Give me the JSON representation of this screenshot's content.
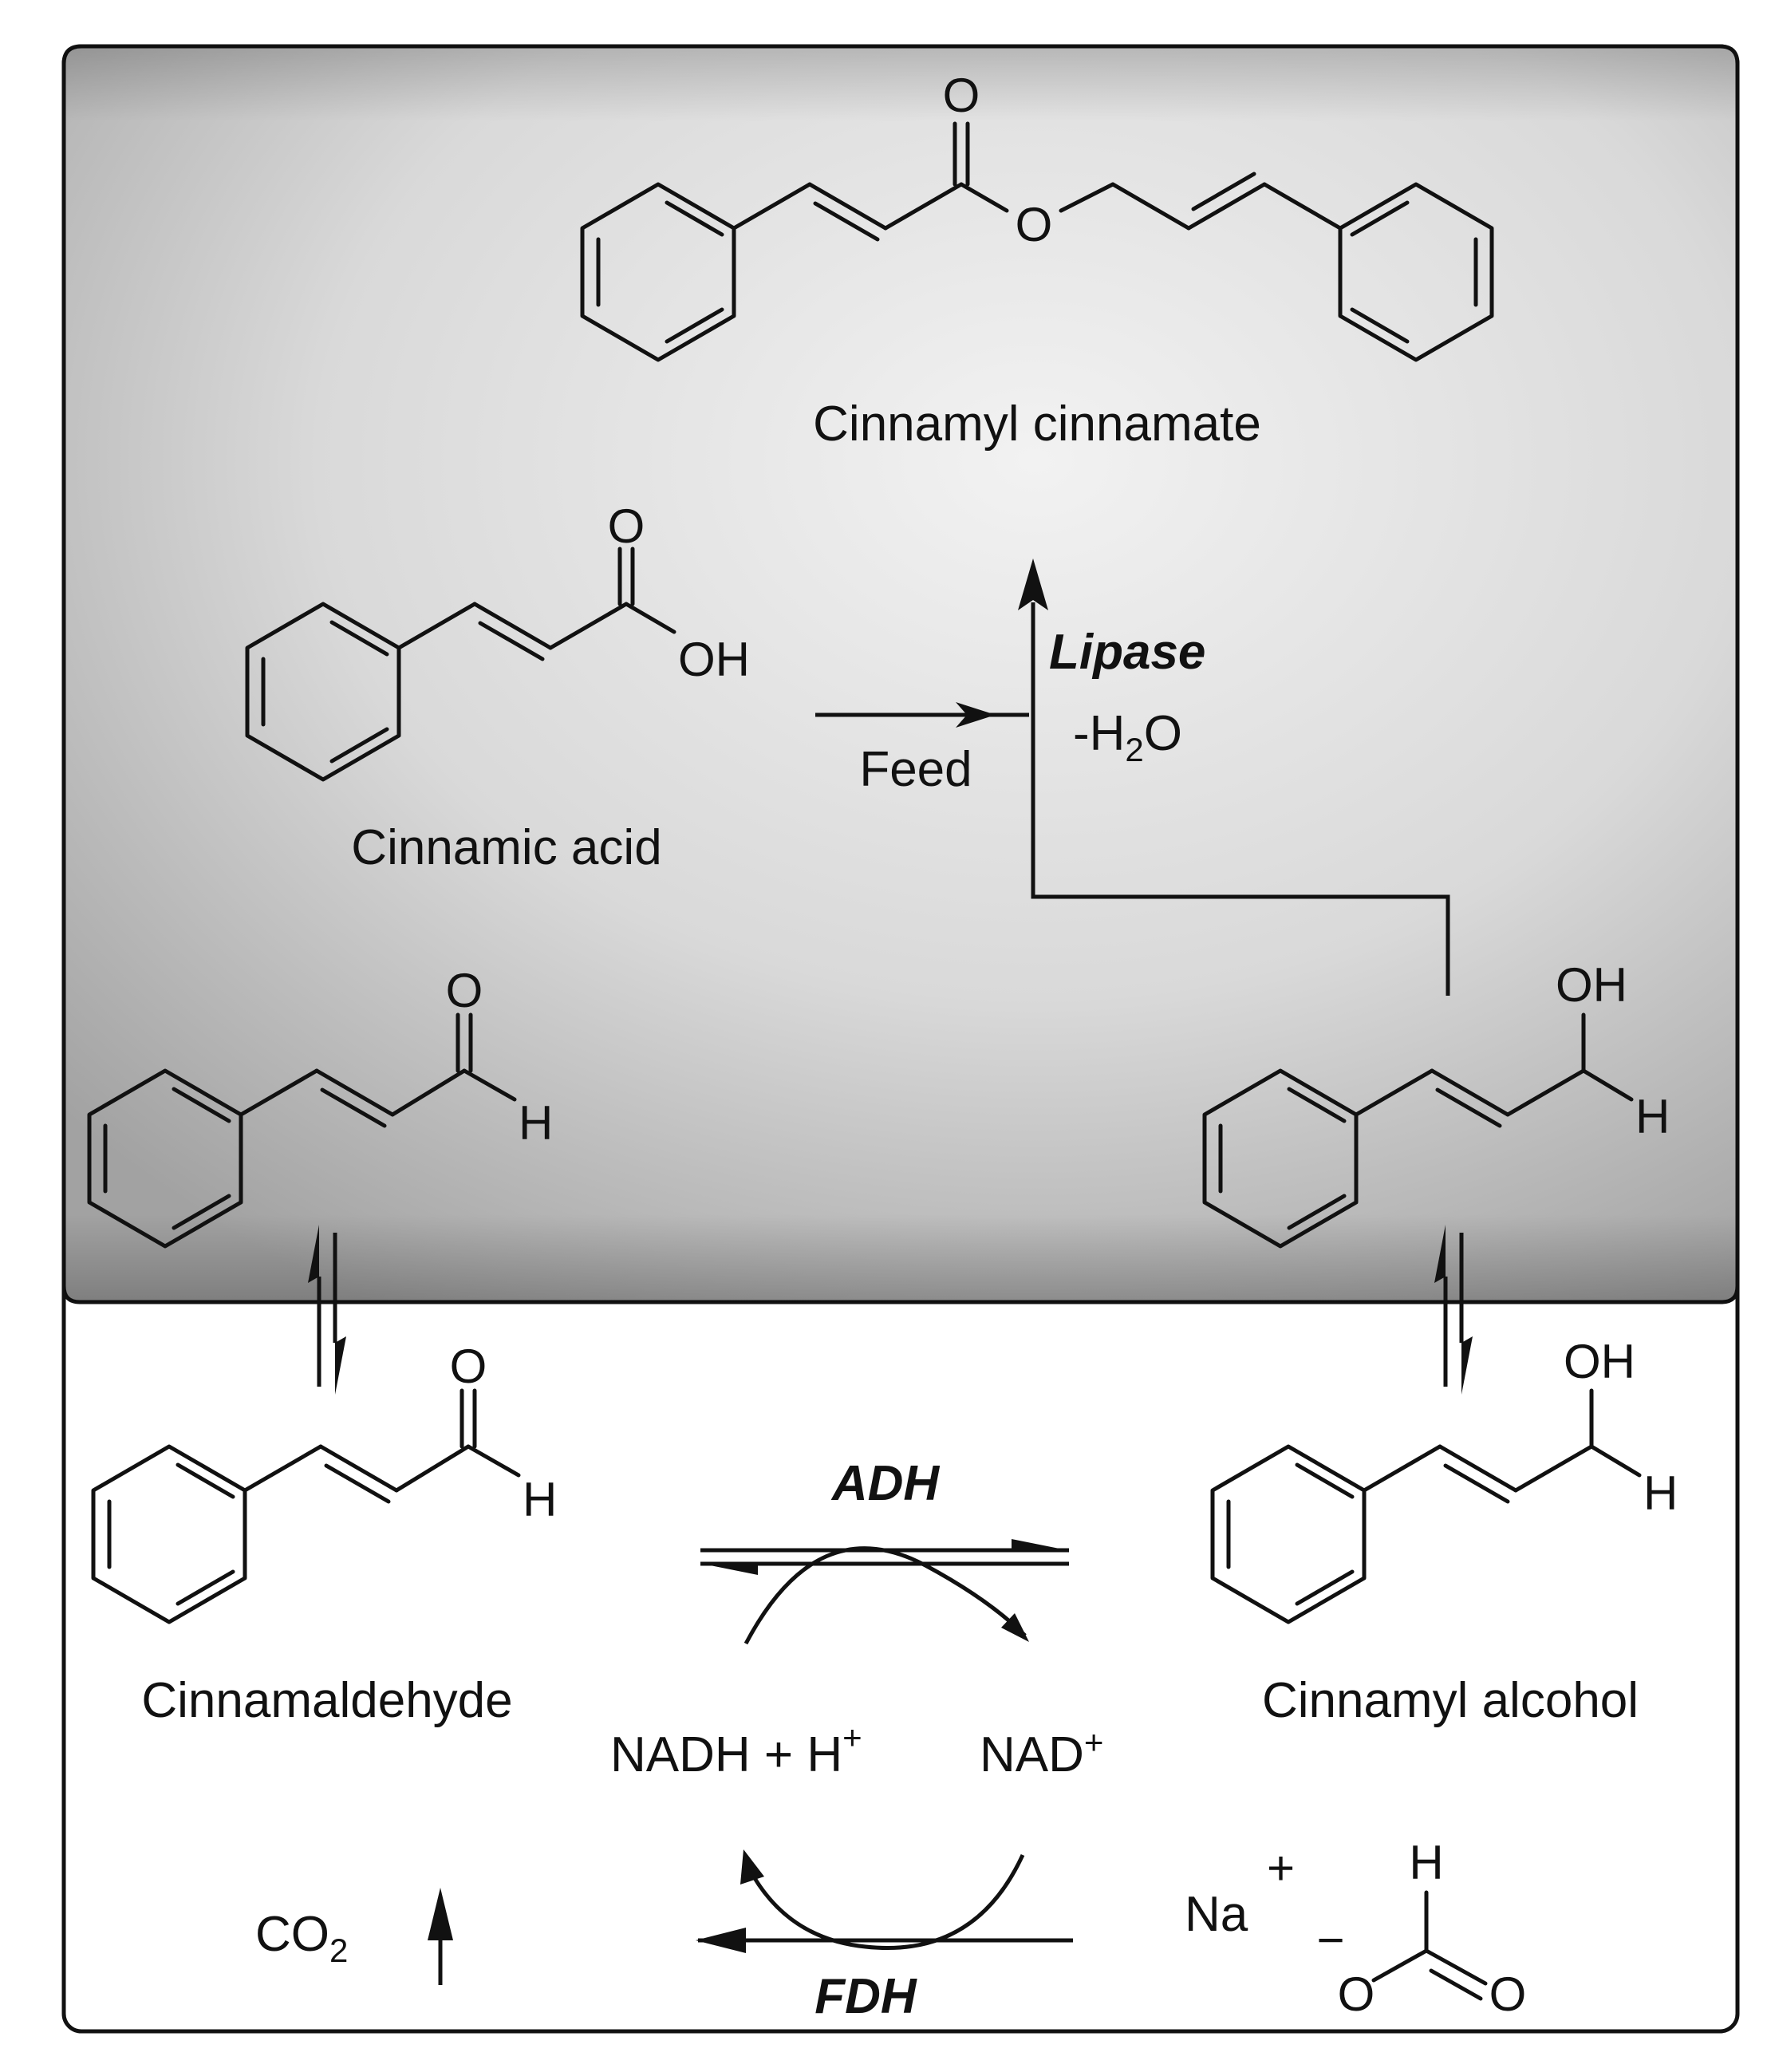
{
  "colors": {
    "phase_top": "#b4b4b4",
    "phase_glow": "#f2f2f2",
    "ink": "#111111",
    "background": "#ffffff"
  },
  "compounds": {
    "cinnamyl_cinnamate": "Cinnamyl cinnamate",
    "cinnamic_acid": "Cinnamic acid",
    "cinnamaldehyde": "Cinnamaldehyde",
    "cinnamyl_alcohol": "Cinnamyl alcohol"
  },
  "atoms": {
    "O": "O",
    "H": "H",
    "OH": "OH",
    "Na": "Na",
    "C": "C"
  },
  "enzymes": {
    "lipase": "Lipase",
    "adh": "ADH",
    "fdh": "FDH"
  },
  "labels": {
    "feed": "Feed",
    "water_prefix": "-H",
    "water_sub": "2",
    "water_suffix": "O",
    "nadh": "NADH + H",
    "nad": "NAD",
    "plus": "+",
    "minus": "−",
    "co2_prefix": "CO",
    "co2_sub": "2"
  }
}
